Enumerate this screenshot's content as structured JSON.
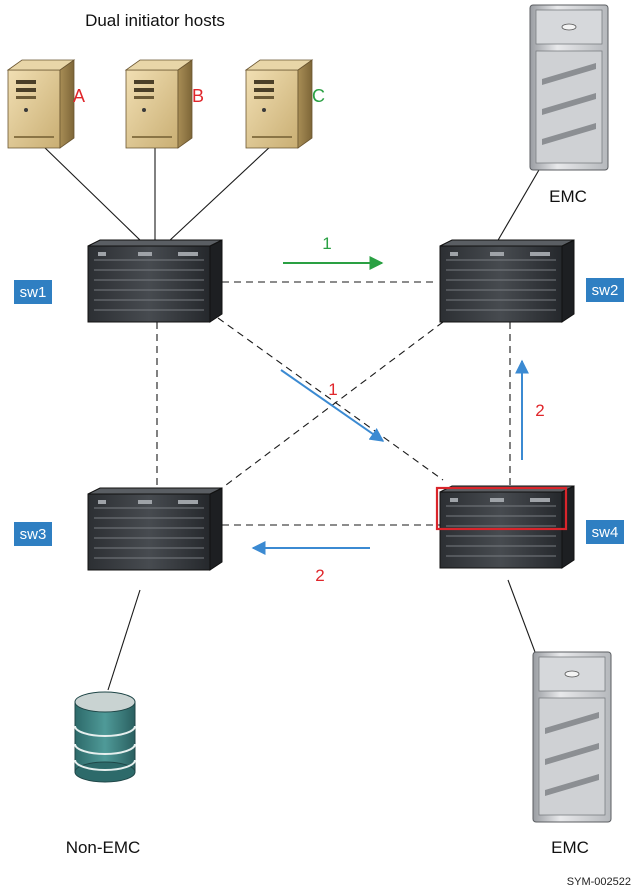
{
  "title": "Dual initiator hosts",
  "hosts": [
    {
      "letter": "A",
      "color": "#e0262b"
    },
    {
      "letter": "B",
      "color": "#e0262b"
    },
    {
      "letter": "C",
      "color": "#2aa043"
    }
  ],
  "switches": {
    "sw1": "sw1",
    "sw2": "sw2",
    "sw3": "sw3",
    "sw4": "sw4"
  },
  "storage": {
    "emc_top": "EMC",
    "emc_bottom": "EMC",
    "non_emc": "Non-EMC"
  },
  "paths": {
    "green_1": "1",
    "blue_1": "1",
    "blue_2_vertical": "2",
    "blue_2_horizontal": "2"
  },
  "colors": {
    "switch_label_bg": "#2f7fc2",
    "green_arrow": "#2aa043",
    "blue_arrow": "#3b8ad2",
    "red_number": "#e0262b",
    "highlight_box": "#d9252b"
  },
  "figure_ref": "SYM-002522"
}
